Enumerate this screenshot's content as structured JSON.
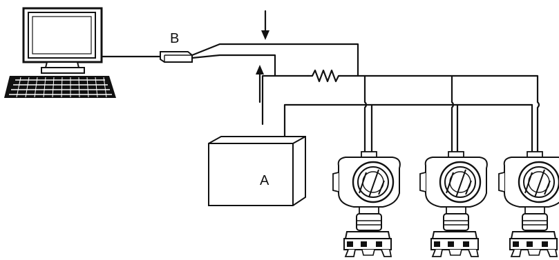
{
  "diagram": {
    "labels": {
      "modem": "B",
      "power_supply": "A"
    },
    "nodes": [
      {
        "id": "computer",
        "icon": "computer-icon"
      },
      {
        "id": "modem",
        "icon": "modem-icon"
      },
      {
        "id": "power-supply",
        "icon": "power-supply-box"
      },
      {
        "id": "resistor",
        "icon": "resistor-icon"
      },
      {
        "id": "transmitter-1",
        "icon": "pressure-transmitter-icon"
      },
      {
        "id": "transmitter-2",
        "icon": "pressure-transmitter-icon"
      },
      {
        "id": "transmitter-3",
        "icon": "pressure-transmitter-icon"
      }
    ],
    "colors": {
      "line": "#111111",
      "background": "#ffffff"
    }
  }
}
